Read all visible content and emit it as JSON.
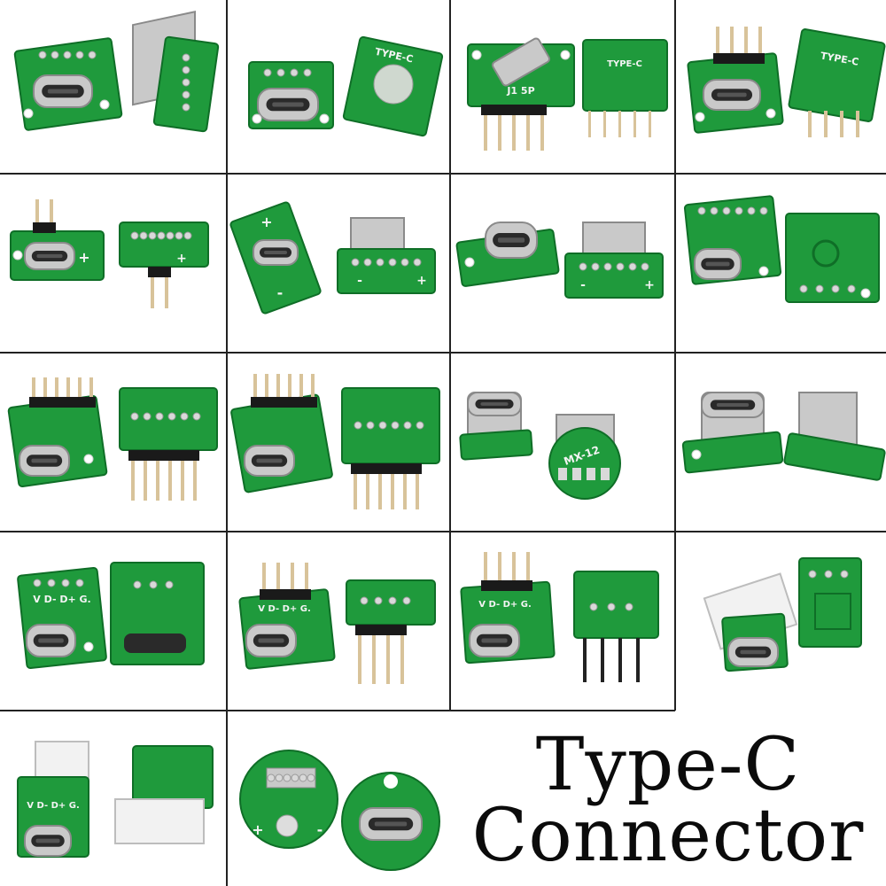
{
  "title": {
    "line1": "Type-C",
    "line2": "Connector"
  },
  "colors": {
    "pcb": "#1f9a3c",
    "pcb_dark": "#0f6e27",
    "metal": "#c9c9c9",
    "metal_dark": "#8a8a8a",
    "pin": "#d8c39a",
    "header": "#1a1a1a",
    "white_conn": "#f2f2f2"
  },
  "silkscreen": {
    "type_c": "TYPE-C",
    "j1_5p": "J1 5P",
    "vdg": "V D- D+ G.",
    "plus": "+",
    "minus": "-",
    "mx12": "MX-12"
  },
  "cells": [
    {
      "name": "variant-1-flat-pcb-5pin"
    },
    {
      "name": "variant-2-flat-pcb-typec"
    },
    {
      "name": "variant-3-j1-5p-header"
    },
    {
      "name": "variant-4-4pin-header"
    },
    {
      "name": "variant-5-2pin-vertical"
    },
    {
      "name": "variant-6-vertical-plus-minus"
    },
    {
      "name": "variant-7-vertical-plus-minus-large"
    },
    {
      "name": "variant-8-6pin-pads"
    },
    {
      "name": "variant-9-6pin-header"
    },
    {
      "name": "variant-10-6pin-header-tall"
    },
    {
      "name": "variant-11-vertical-mx12"
    },
    {
      "name": "variant-12-vertical-small-pcb"
    },
    {
      "name": "variant-13-4pin-pads"
    },
    {
      "name": "variant-14-4pin-header-angled"
    },
    {
      "name": "variant-15-4pin-header-straight"
    },
    {
      "name": "variant-16-white-jst"
    },
    {
      "name": "variant-17-white-jst-small"
    },
    {
      "name": "variant-18-round-pcb"
    }
  ]
}
